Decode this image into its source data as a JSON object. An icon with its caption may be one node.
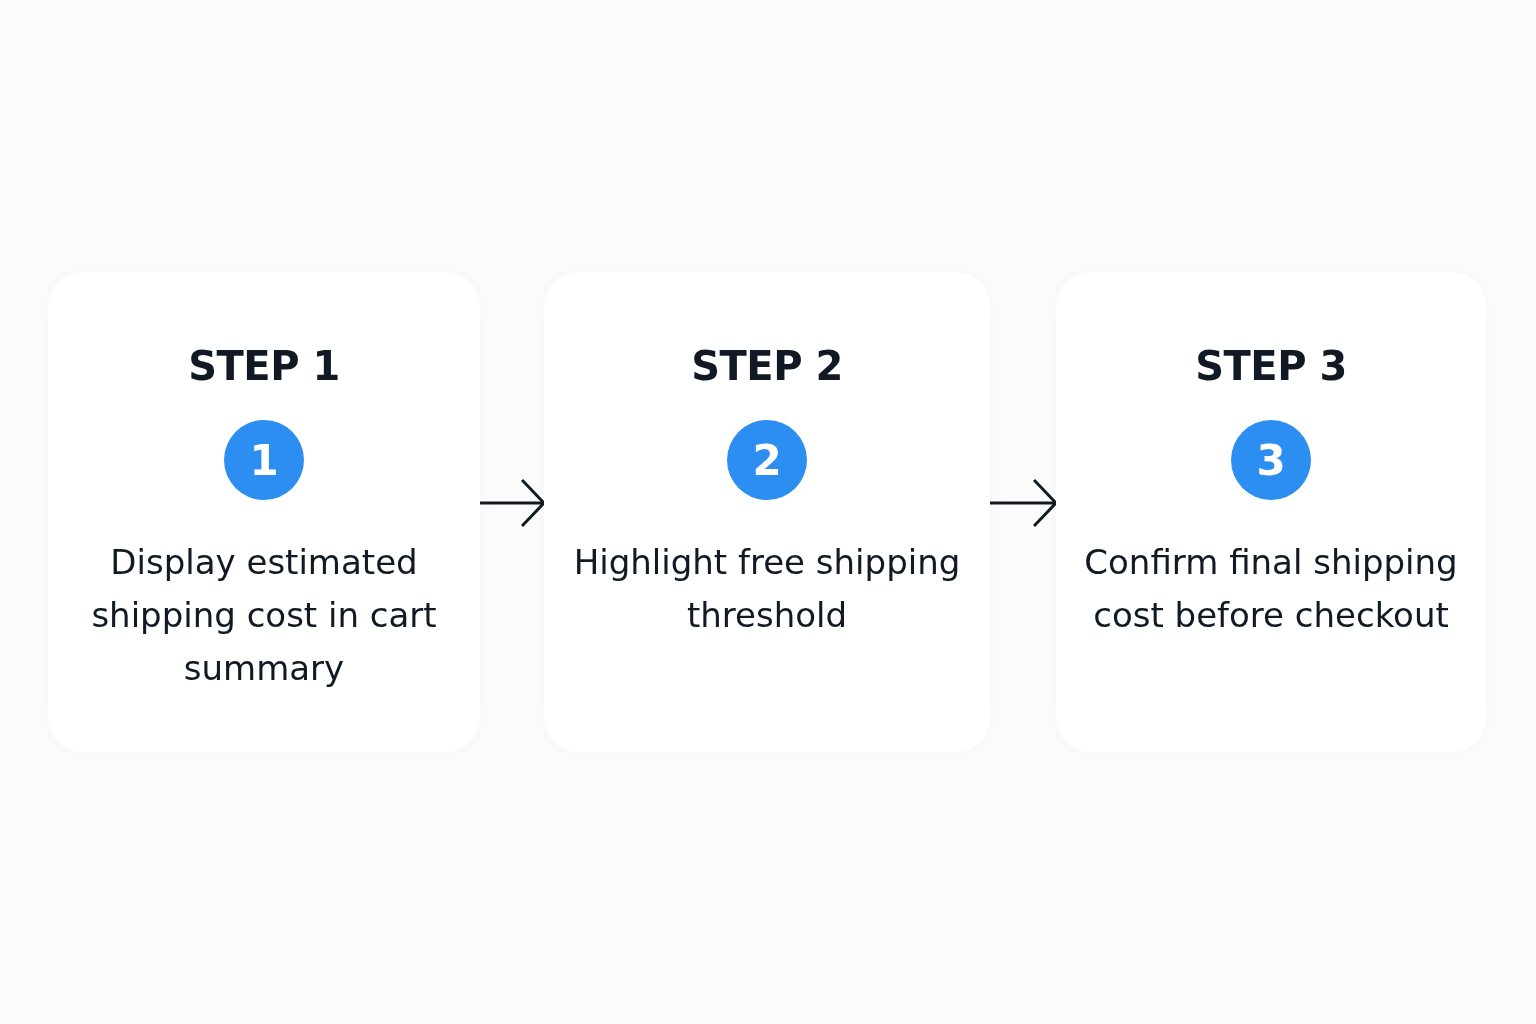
{
  "diagram": {
    "nodes": [
      {
        "text": [
          "STEP 1",
          "Display estimated shipping cost in cart summary"
        ]
      },
      {
        "text": [
          "1"
        ],
        "in": 0
      },
      {
        "text": [
          "STEP 2",
          "Highlight free shipping threshold"
        ]
      },
      {
        "text": [
          "2"
        ],
        "in": 2
      },
      {
        "text": [
          "STEP 3",
          "Confirm final shipping cost before checkout"
        ]
      },
      {
        "text": [
          "3"
        ],
        "in": 4
      }
    ],
    "edges": [
      {
        "from": 0,
        "to": 2,
        "arrow": "to"
      },
      {
        "from": 2,
        "to": 4,
        "arrow": "to"
      }
    ]
  }
}
